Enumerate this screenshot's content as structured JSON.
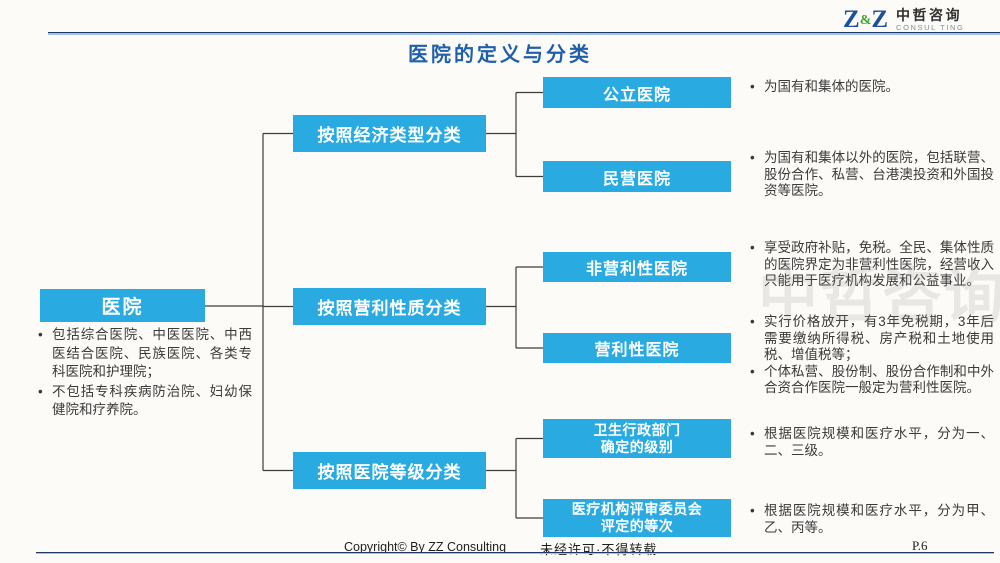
{
  "title": "医院的定义与分类",
  "header": {
    "logo": {
      "z1": "Z",
      "amp": "&",
      "z2": "Z",
      "company_cn": "中哲咨询",
      "company_en": "CONSUL TING"
    }
  },
  "tree": {
    "root": {
      "label": "医院",
      "bullets": [
        "包括综合医院、中医医院、中西医结合医院、民族医院、各类专科医院和护理院；",
        "不包括专科疾病防治院、妇幼保健院和疗养院。"
      ]
    },
    "branches": [
      {
        "label": "按照经济类型分类",
        "children": [
          {
            "label": "公立医院",
            "bullets": [
              "为国有和集体的医院。"
            ]
          },
          {
            "label": "民营医院",
            "bullets": [
              "为国有和集体以外的医院，包括联营、股份合作、私营、台港澳投资和外国投资等医院。"
            ]
          }
        ]
      },
      {
        "label": "按照营利性质分类",
        "children": [
          {
            "label": "非营利性医院",
            "bullets": [
              "享受政府补贴，免税。全民、集体性质的医院界定为非营利性医院，经营收入只能用于医疗机构发展和公益事业。"
            ]
          },
          {
            "label": "营利性医院",
            "bullets": [
              "实行价格放开，有3年免税期，3年后需要缴纳所得税、房产税和土地使用税、增值税等；",
              "个体私营、股份制、股份合作制和中外合资合作医院一般定为营利性医院。"
            ]
          }
        ]
      },
      {
        "label": "按照医院等级分类",
        "children": [
          {
            "label": "卫生行政部门\n确定的级别",
            "bullets": [
              "根据医院规模和医疗水平，分为一、二、三级。"
            ]
          },
          {
            "label": "医疗机构评审委员会\n评定的等次",
            "bullets": [
              "根据医院规模和医疗水平，分为甲、乙、丙等。"
            ]
          }
        ]
      }
    ]
  },
  "watermark": "中哲咨询",
  "footer": {
    "copyright": "Copyright© By  ZZ Consulting",
    "notice": "未经许可·不得转载",
    "page": "P.6"
  },
  "colors": {
    "node_fill": "#29ABE2",
    "title_blue": "#1F5FAC",
    "rule_dark": "#1F3864",
    "rule_light": "#9DC3E6",
    "logo_blue": "#1C4F9C",
    "logo_green": "#3FA535",
    "body_text": "#3A3A3A",
    "connector": "#3C3C3C"
  }
}
